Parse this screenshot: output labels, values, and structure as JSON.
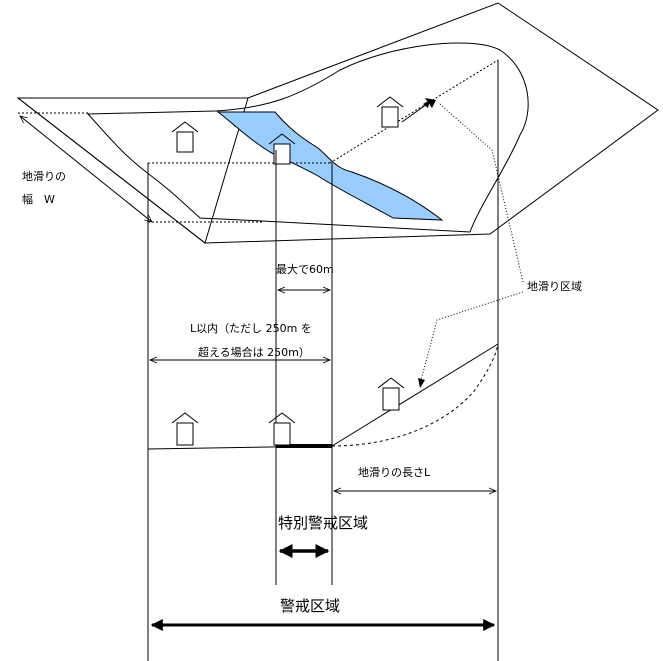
{
  "labels": {
    "landslide_width_line1": "地滑りの",
    "landslide_width_line2": "幅　W",
    "max_60m": "最大で60m",
    "within_L_line1": "L以内（ただし 250m を",
    "within_L_line2": "超える場合は 250m）",
    "landslide_zone": "地滑り区域",
    "landslide_length": "地滑りの長さL",
    "special_warning_zone": "特別警戒区域",
    "warning_zone": "警戒区域"
  },
  "colors": {
    "landslide_fill": "#99ccff",
    "line": "#000000",
    "background": "#ffffff"
  }
}
